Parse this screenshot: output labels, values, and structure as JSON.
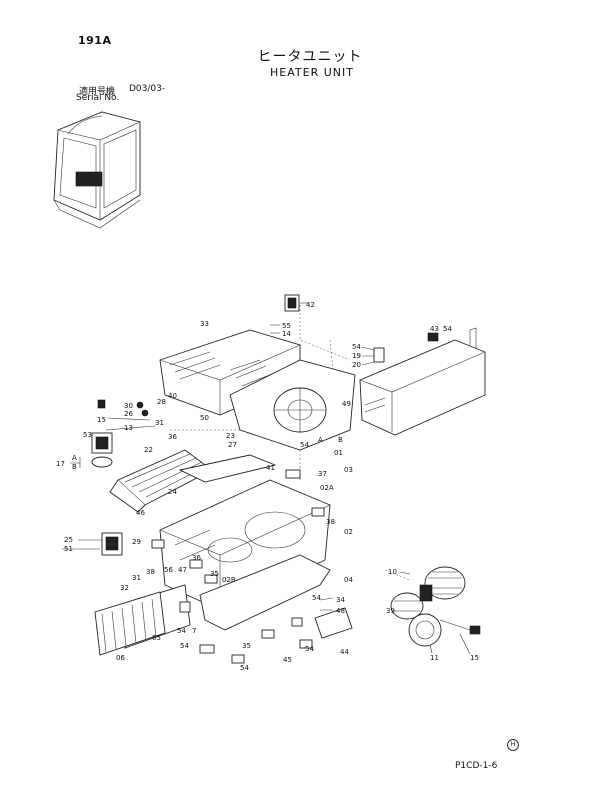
{
  "header": {
    "page_number": "191A",
    "title_jp": "ヒータユニット",
    "title_en": "HEATER UNIT",
    "serial_label_jp": "適用号機",
    "serial_value": "D03/03-",
    "serial_label_en": "Serial No."
  },
  "footer": {
    "reference_code": "P1CD-1-6",
    "logo_text": "H"
  },
  "callouts": [
    {
      "id": "42",
      "text": "42"
    },
    {
      "id": "33",
      "text": "33"
    },
    {
      "id": "55",
      "text": "55"
    },
    {
      "id": "14",
      "text": "14"
    },
    {
      "id": "43",
      "text": "43"
    },
    {
      "id": "54a",
      "text": "54"
    },
    {
      "id": "54b",
      "text": "54"
    },
    {
      "id": "19",
      "text": "19"
    },
    {
      "id": "20",
      "text": "20"
    },
    {
      "id": "40",
      "text": "40"
    },
    {
      "id": "30",
      "text": "30"
    },
    {
      "id": "26",
      "text": "26"
    },
    {
      "id": "28",
      "text": "28"
    },
    {
      "id": "15a",
      "text": "15"
    },
    {
      "id": "50",
      "text": "50"
    },
    {
      "id": "31a",
      "text": "31"
    },
    {
      "id": "13",
      "text": "13"
    },
    {
      "id": "22",
      "text": "22"
    },
    {
      "id": "36a",
      "text": "36"
    },
    {
      "id": "23",
      "text": "23"
    },
    {
      "id": "27",
      "text": "27"
    },
    {
      "id": "49",
      "text": "49"
    },
    {
      "id": "53",
      "text": "53"
    },
    {
      "id": "17",
      "text": "17"
    },
    {
      "id": "A1",
      "text": "A"
    },
    {
      "id": "B1",
      "text": "B"
    },
    {
      "id": "A2",
      "text": "A"
    },
    {
      "id": "B2",
      "text": "B"
    },
    {
      "id": "54c",
      "text": "54"
    },
    {
      "id": "01",
      "text": "01"
    },
    {
      "id": "03",
      "text": "03"
    },
    {
      "id": "41",
      "text": "41"
    },
    {
      "id": "37",
      "text": "37"
    },
    {
      "id": "24",
      "text": "24"
    },
    {
      "id": "02A",
      "text": "02A"
    },
    {
      "id": "46",
      "text": "46"
    },
    {
      "id": "38a",
      "text": "38"
    },
    {
      "id": "02",
      "text": "02"
    },
    {
      "id": "25",
      "text": "25"
    },
    {
      "id": "51",
      "text": "51"
    },
    {
      "id": "29",
      "text": "29"
    },
    {
      "id": "36b",
      "text": "36"
    },
    {
      "id": "38b",
      "text": "38"
    },
    {
      "id": "56",
      "text": "56"
    },
    {
      "id": "47",
      "text": "47"
    },
    {
      "id": "35",
      "text": "35"
    },
    {
      "id": "31b",
      "text": "31"
    },
    {
      "id": "32",
      "text": "32"
    },
    {
      "id": "02B",
      "text": "02B"
    },
    {
      "id": "04",
      "text": "04"
    },
    {
      "id": "10",
      "text": "10"
    },
    {
      "id": "34",
      "text": "34"
    },
    {
      "id": "48",
      "text": "48"
    },
    {
      "id": "39",
      "text": "39"
    },
    {
      "id": "05",
      "text": "05"
    },
    {
      "id": "06",
      "text": "06"
    },
    {
      "id": "54d",
      "text": "54"
    },
    {
      "id": "54e",
      "text": "54"
    },
    {
      "id": "7",
      "text": "7"
    },
    {
      "id": "54f",
      "text": "54"
    },
    {
      "id": "35b",
      "text": "35"
    },
    {
      "id": "45",
      "text": "45"
    },
    {
      "id": "54g",
      "text": "54"
    },
    {
      "id": "44",
      "text": "44"
    },
    {
      "id": "11",
      "text": "11"
    },
    {
      "id": "15b",
      "text": "15"
    },
    {
      "id": "54h",
      "text": "54"
    }
  ]
}
